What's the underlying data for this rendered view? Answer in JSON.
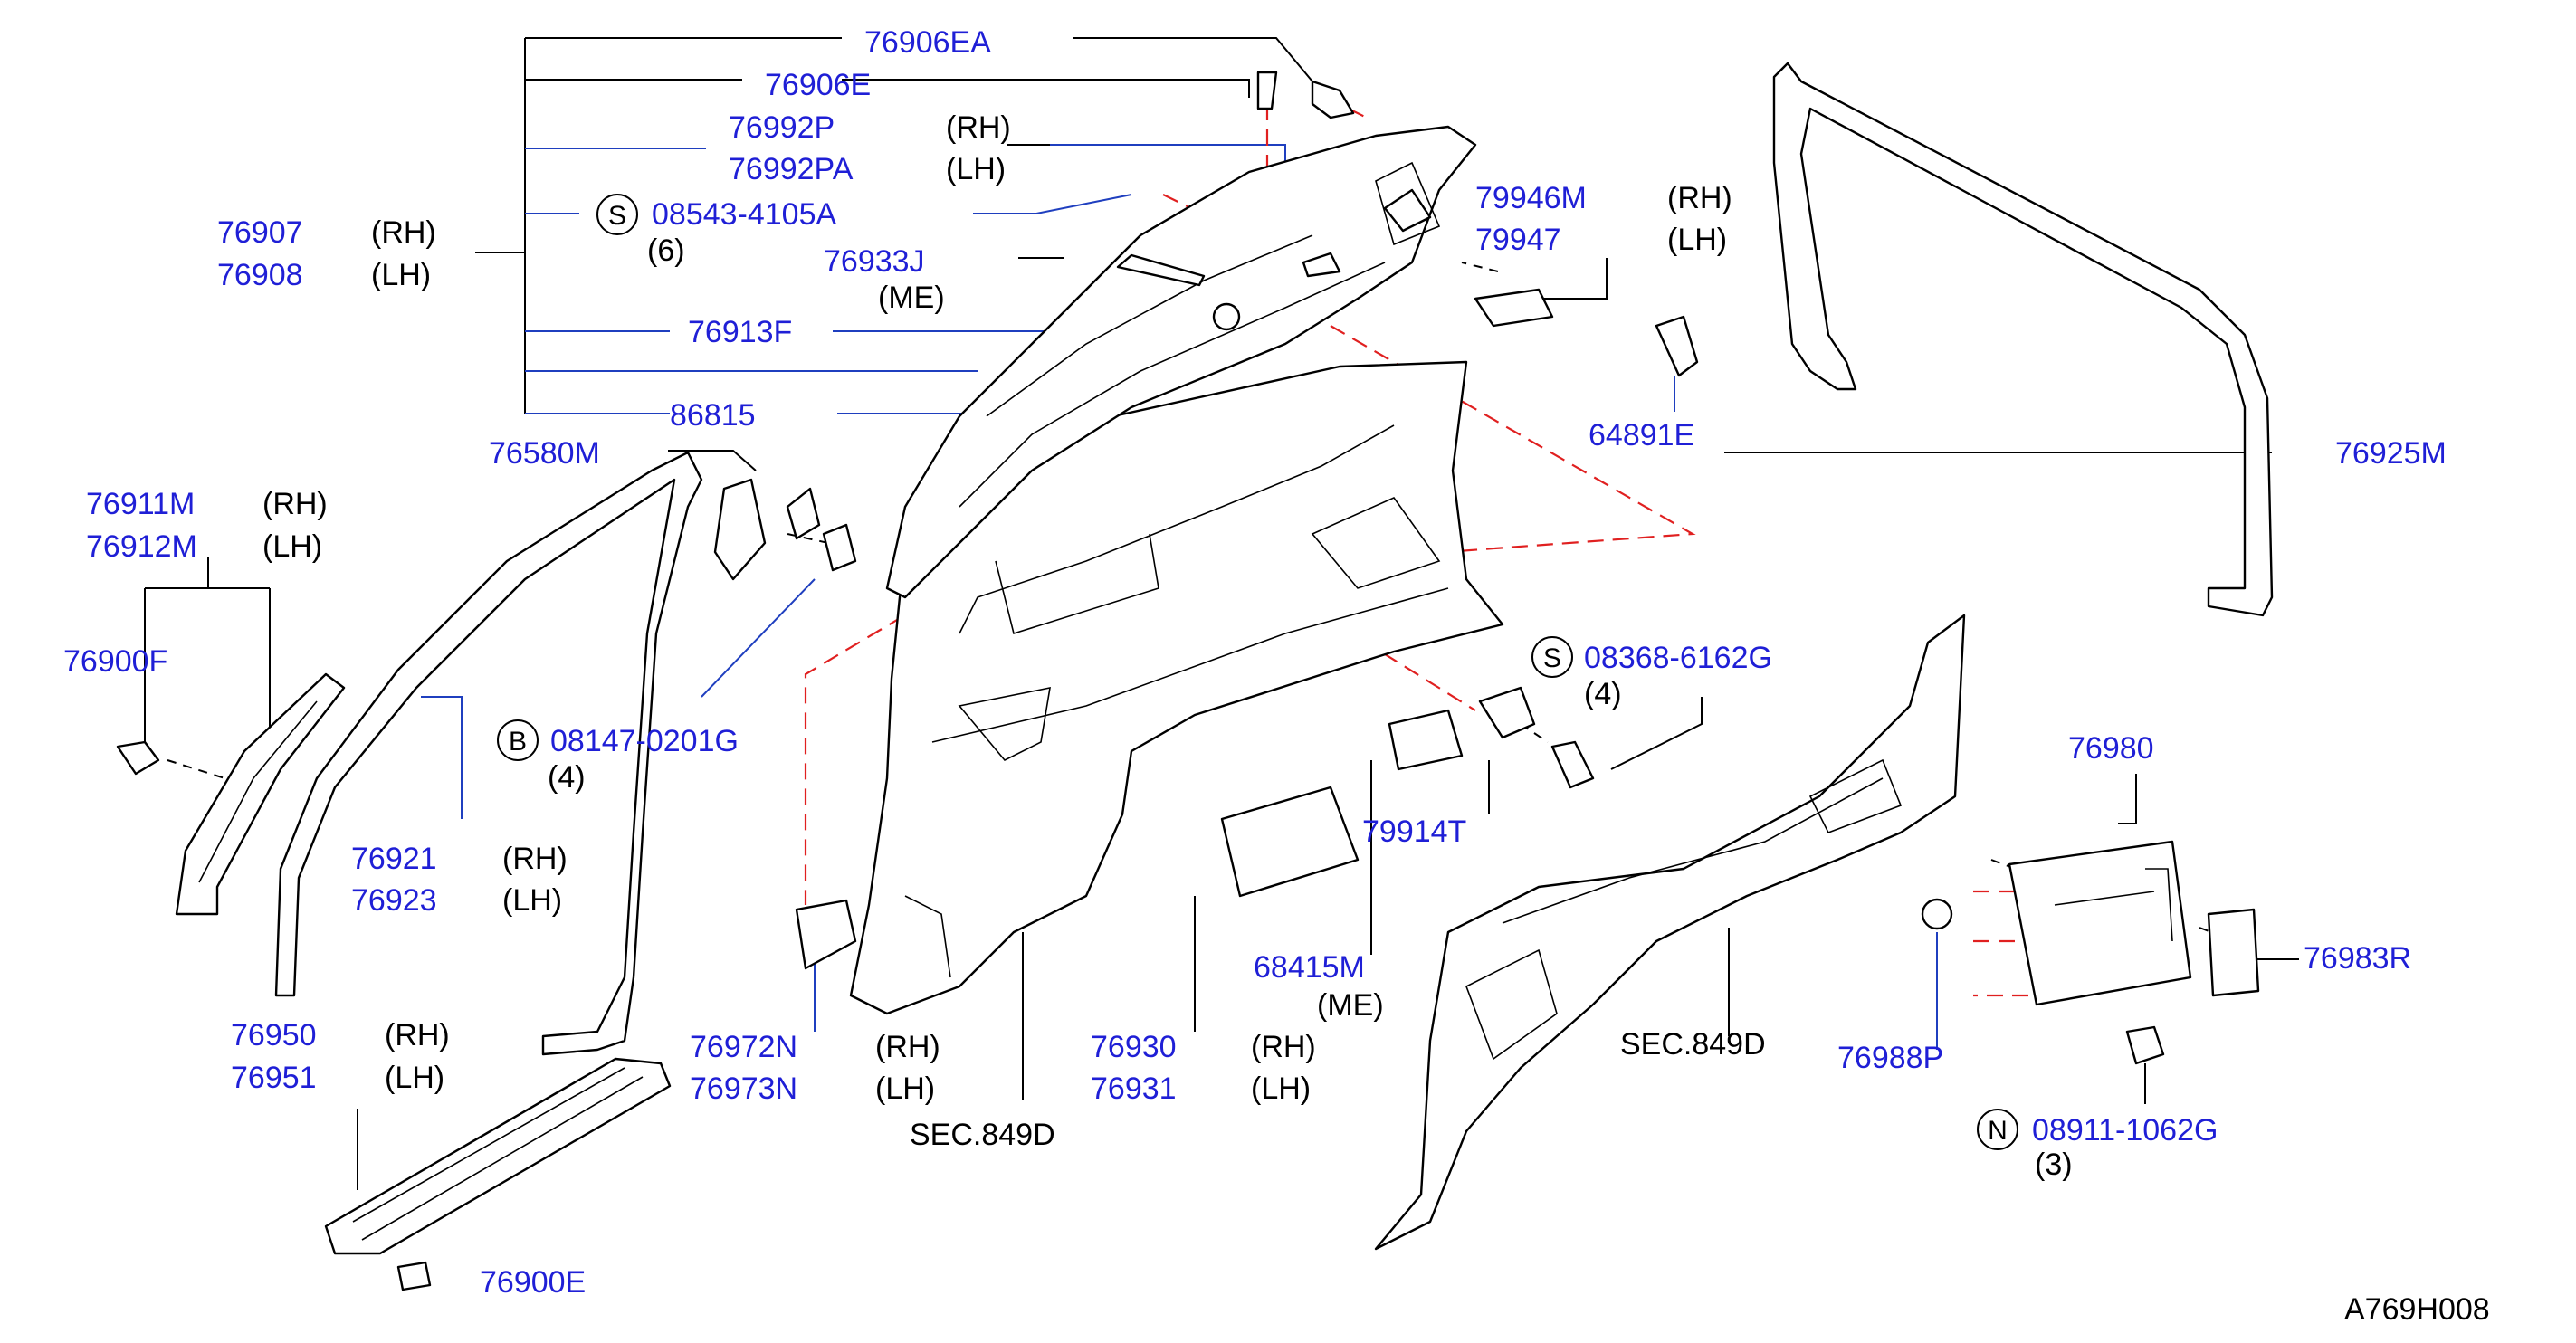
{
  "diagram_code": "A769H008",
  "labels": {
    "p76906EA": "76906EA",
    "p76906E": "76906E",
    "p76992P": "76992P",
    "p76992PA": "76992PA",
    "rh": "(RH)",
    "lh": "(LH)",
    "me": "(ME)",
    "q6": "(6)",
    "q4": "(4)",
    "q3": "(3)",
    "p08543": "08543-4105A",
    "p76907": "76907",
    "p76908": "76908",
    "p76933J": "76933J",
    "p76913F": "76913F",
    "p86815": "86815",
    "p76580M": "76580M",
    "p76911M": "76911M",
    "p76912M": "76912M",
    "p76900F": "76900F",
    "p08147": "08147-0201G",
    "p76921": "76921",
    "p76923": "76923",
    "p76950": "76950",
    "p76951": "76951",
    "p76900E": "76900E",
    "p76972N": "76972N",
    "p76973N": "76973N",
    "sec849d": "SEC.849D",
    "p76930": "76930",
    "p76931": "76931",
    "p68415M": "68415M",
    "p79914T": "79914T",
    "p08368": "08368-6162G",
    "p79946M": "79946M",
    "p79947": "79947",
    "p64891E": "64891E",
    "p76925M": "76925M",
    "p76980": "76980",
    "p76983R": "76983R",
    "p76988P": "76988P",
    "p08911": "08911-1062G",
    "s": "S",
    "b": "B",
    "n": "N"
  }
}
